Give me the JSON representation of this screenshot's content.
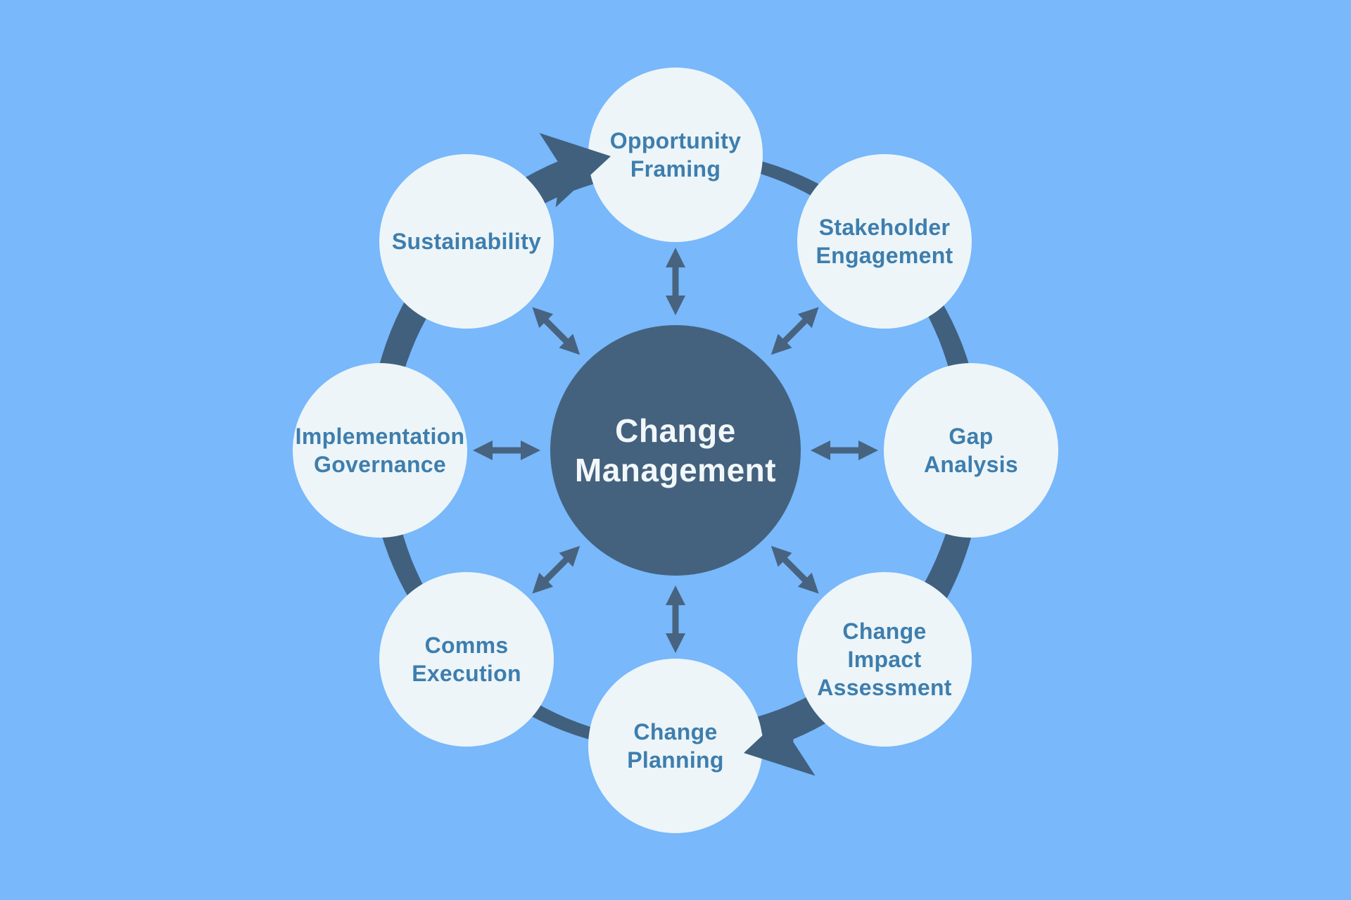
{
  "diagram": {
    "type": "cycle",
    "center": {
      "lines": [
        "Change",
        "Management"
      ]
    },
    "nodes": [
      {
        "id": "opportunity-framing",
        "label": "Opportunity Framing",
        "lines": [
          "Opportunity",
          "Framing"
        ]
      },
      {
        "id": "stakeholder-engagement",
        "label": "Stakeholder Engagement",
        "lines": [
          "Stakeholder",
          "Engagement"
        ]
      },
      {
        "id": "gap-analysis",
        "label": "Gap Analysis",
        "lines": [
          "Gap",
          "Analysis"
        ]
      },
      {
        "id": "change-impact-assessment",
        "label": "Change Impact Assessment",
        "lines": [
          "Change",
          "Impact",
          "Assessment"
        ]
      },
      {
        "id": "change-planning",
        "label": "Change Planning",
        "lines": [
          "Change",
          "Planning"
        ]
      },
      {
        "id": "comms-execution",
        "label": "Comms Execution",
        "lines": [
          "Comms",
          "Execution"
        ]
      },
      {
        "id": "implementation-governance",
        "label": "Implementation Governance",
        "lines": [
          "Implementation",
          "Governance"
        ]
      },
      {
        "id": "sustainability",
        "label": "Sustainability",
        "lines": [
          "Sustainability"
        ]
      }
    ],
    "colors": {
      "background": "#78B8FB",
      "node_fill": "#EDF5F8",
      "center_fill": "#44627E",
      "arrow_dark": "#41607E",
      "connector": "#47637F",
      "node_text": "#3E7EAE",
      "center_text": "#F2F7FA"
    }
  }
}
